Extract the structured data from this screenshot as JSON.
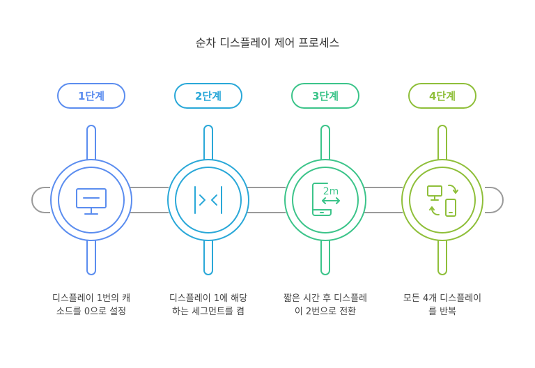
{
  "title": "순차 디스플레이 제어 프로세스",
  "steps": [
    {
      "label": "1단계",
      "color": "#5b8def",
      "icon": "monitor-icon",
      "desc": [
        "디스플레이 1번의 캐",
        "소드를 0으로 설정"
      ]
    },
    {
      "label": "2단계",
      "color": "#2aa8d8",
      "icon": "split-arrows-icon",
      "desc": [
        "디스플레이 1에 해당",
        "하는 세그먼트를 켬"
      ]
    },
    {
      "label": "3단계",
      "color": "#3cc48a",
      "icon": "switch-display-icon",
      "icon_text": "2m",
      "desc": [
        "짧은 시간 후 디스플레",
        "이 2번으로 전환"
      ]
    },
    {
      "label": "4단계",
      "color": "#8fbf3a",
      "icon": "repeat-devices-icon",
      "desc": [
        "모든 4개 디스플레이",
        "를 반복"
      ]
    }
  ]
}
